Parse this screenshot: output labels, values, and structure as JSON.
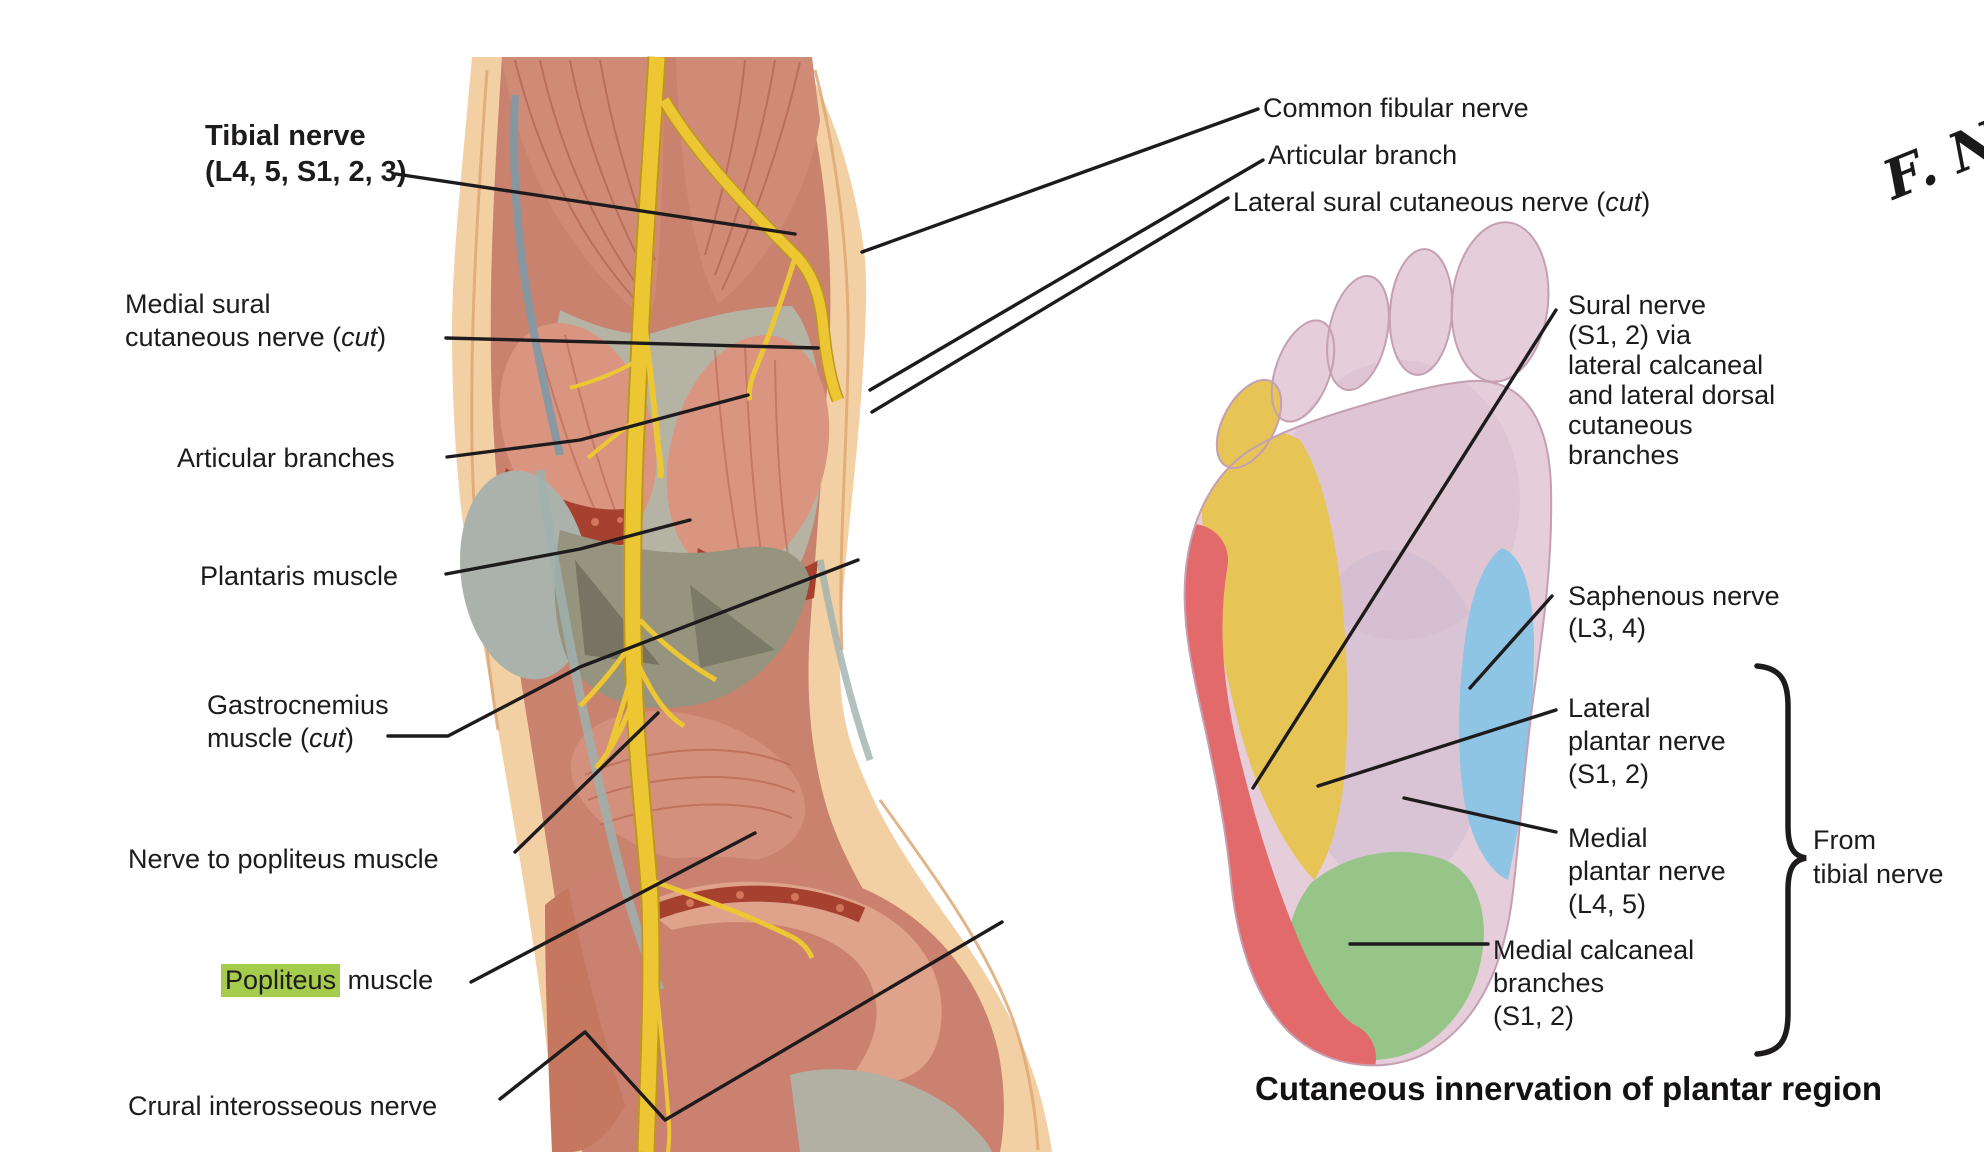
{
  "artwork": {
    "signature": "F. Net",
    "caption": "Cutaneous innervation of plantar region"
  },
  "leg_labels": {
    "tibial": {
      "line1": "Tibial nerve",
      "line2": "(L4, 5, S1, 2, 3)"
    },
    "medial_sural": {
      "line1": "Medial sural",
      "line2_pre": "cutaneous nerve (",
      "cut": "cut",
      "close": ")"
    },
    "articular_branches": {
      "text": "Articular branches"
    },
    "plantaris": {
      "text": "Plantaris muscle"
    },
    "gastrocnemius": {
      "line1": "Gastrocnemius",
      "line2_pre": "muscle (",
      "cut": "cut",
      "close": ")"
    },
    "nerve_to_popliteus": {
      "text": "Nerve to popliteus muscle"
    },
    "popliteus": {
      "highlight": "Popliteus",
      "rest": " muscle"
    },
    "crural": {
      "text": "Crural interosseous nerve"
    },
    "common_fibular": {
      "text": "Common fibular nerve"
    },
    "articular_branch": {
      "text": "Articular branch"
    },
    "lateral_sural": {
      "pre": "Lateral sural cutaneous nerve (",
      "cut": "cut",
      "close": ")"
    }
  },
  "foot_labels": {
    "sural": {
      "l1": "Sural nerve",
      "l2": "(S1, 2) via",
      "l3": "lateral calcaneal",
      "l4": "and lateral dorsal",
      "l5": "cutaneous",
      "l6": "branches"
    },
    "saphenous": {
      "l1": "Saphenous nerve",
      "l2": "(L3, 4)"
    },
    "lateral_plantar": {
      "l1": "Lateral",
      "l2": "plantar nerve",
      "l3": "(S1, 2)"
    },
    "medial_plantar": {
      "l1": "Medial",
      "l2": "plantar nerve",
      "l3": "(L4, 5)"
    },
    "medial_calcaneal": {
      "l1": "Medial calcaneal",
      "l2": "branches",
      "l3": "(S1, 2)"
    },
    "from_tibial": {
      "l1": "From",
      "l2": "tibial nerve"
    }
  },
  "colors": {
    "leader_black": "#1e1b1c",
    "highlight_green": "#a6cc4d",
    "nerve_yellow": "#ecc733",
    "skin_tan": "#f2d0a4",
    "muscle_red": "#c9826e",
    "foot_pink": "#e5cdd9",
    "foot_yellow": "#e6c455",
    "foot_red": "#e26a6a",
    "foot_green": "#97c489",
    "foot_blue": "#8ec4e4"
  },
  "foot_regions": [
    {
      "name": "medial-plantar-area",
      "nerve": "Medial plantar nerve",
      "color": "#e5cdd9"
    },
    {
      "name": "lateral-plantar-area",
      "nerve": "Lateral plantar nerve",
      "color": "#e6c455"
    },
    {
      "name": "sural-area",
      "nerve": "Sural nerve",
      "color": "#e26a6a"
    },
    {
      "name": "medial-calcaneal-area",
      "nerve": "Medial calcaneal branches",
      "color": "#97c489"
    },
    {
      "name": "saphenous-area",
      "nerve": "Saphenous nerve",
      "color": "#8ec4e4"
    }
  ]
}
